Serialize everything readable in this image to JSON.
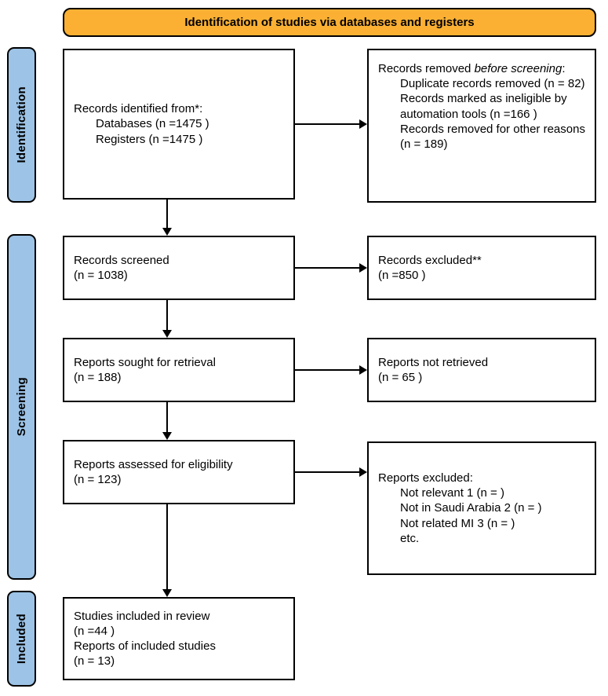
{
  "header": {
    "title": "Identification of studies via databases and registers"
  },
  "sidebar": {
    "identification": "Identification",
    "screening": "Screening",
    "included": "Included"
  },
  "boxes": {
    "records_identified": {
      "title": "Records identified from*:",
      "items": [
        "Databases (n =1475 )",
        "Registers (n =1475 )"
      ]
    },
    "records_removed": {
      "prefix": "Records removed ",
      "italic": "before screening",
      "suffix": ":",
      "items": [
        "Duplicate records removed (n = 82)",
        "Records marked as ineligible by automation tools (n =166 )",
        "Records removed for other reasons (n = 189)"
      ]
    },
    "records_screened": {
      "lines": [
        "Records screened",
        "(n = 1038)"
      ]
    },
    "records_excluded": {
      "lines": [
        "Records excluded**",
        "(n =850 )"
      ]
    },
    "reports_sought": {
      "lines": [
        "Reports sought for retrieval",
        "(n = 188)"
      ]
    },
    "reports_not_retrieved": {
      "lines": [
        "Reports not retrieved",
        "(n = 65 )"
      ]
    },
    "reports_assessed": {
      "lines": [
        "Reports assessed for eligibility",
        "(n = 123)"
      ]
    },
    "reports_excluded": {
      "title": "Reports excluded:",
      "items": [
        "Not relevant 1 (n = )",
        "Not in Saudi Arabia 2 (n = )",
        "Not related MI 3 (n = )",
        "etc."
      ]
    },
    "studies_included": {
      "lines": [
        "Studies included in review",
        "(n =44 )",
        "Reports of included studies",
        "(n = 13)"
      ]
    }
  },
  "colors": {
    "header_bg": "#FBB033",
    "stage_bg": "#9DC3E6",
    "border": "#000000",
    "box_bg": "#FFFFFF"
  }
}
